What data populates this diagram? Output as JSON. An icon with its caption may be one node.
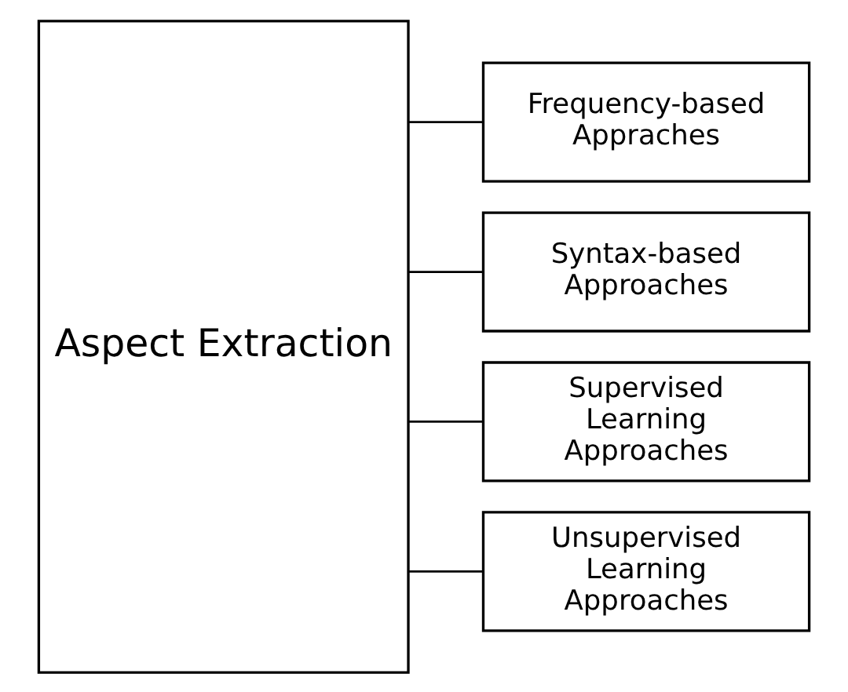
{
  "diagram": {
    "nodes": [
      {
        "text": [
          "Aspect Extraction"
        ]
      },
      {
        "text": [
          "Frequency-based Appraches"
        ]
      },
      {
        "text": [
          "Syntax-based Approaches"
        ]
      },
      {
        "text": [
          "Supervised Learning Approaches"
        ]
      },
      {
        "text": [
          "Unsupervised Learning Approaches"
        ]
      }
    ],
    "edges": [
      {
        "from": 0,
        "to": 1,
        "arrow": "none"
      },
      {
        "from": 0,
        "to": 2,
        "arrow": "none"
      },
      {
        "from": 0,
        "to": 3,
        "arrow": "none"
      },
      {
        "from": 0,
        "to": 4,
        "arrow": "none"
      }
    ]
  }
}
